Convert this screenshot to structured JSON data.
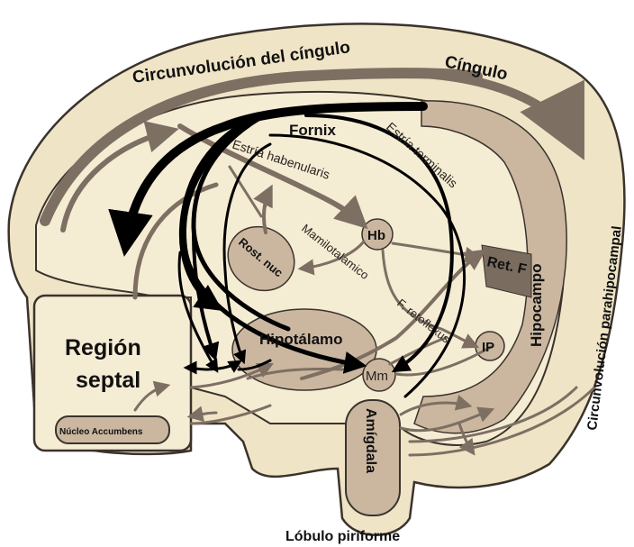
{
  "diagram": {
    "colors": {
      "background": "#ffffff",
      "outer_band": "#efe4c6",
      "inner_field": "#f5ecd4",
      "outline": "#3a332c",
      "structure_fill": "#cbb7a0",
      "path_light": "#7d6f62",
      "path_dark": "#000000"
    },
    "labels": {
      "cingulate_gyrus": "Circunvolución del cíngulo",
      "cingulum": "Cíngulo",
      "fornix": "Fornix",
      "stria_terminalis": "Estría terminalis",
      "stria_habenularis": "Estría habenularis",
      "parahippocampal_gyrus": "Circunvolución parahipocampal",
      "hippocampus": "Hipocampo",
      "habenula": "Hb",
      "rostral_nucleus": "Rost. nuc",
      "mammillothalamic": "Mamilotalamico",
      "reticular_formation": "Ret. F",
      "fasciculus_retroflexus": "F. retoflexus",
      "interpeduncular": "IP",
      "hypothalamus": "Hipotálamo",
      "mammillary_body": "Mm",
      "septal_region_line1": "Región",
      "septal_region_line2": "septal",
      "nucleus_accumbens": "Núcleo Accumbens",
      "amygdala": "Amígdala",
      "piriform_lobe": "Lóbulo piriforme"
    },
    "icons": [
      "arrow-head-icon"
    ]
  }
}
